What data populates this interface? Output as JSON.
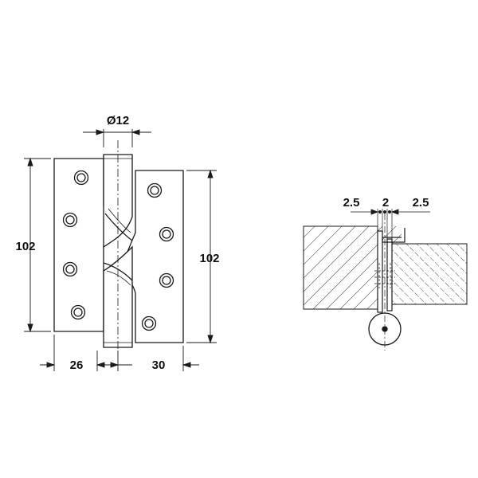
{
  "colors": {
    "line": "#1a1a1a",
    "background": "#ffffff",
    "hatch": "#3a3a3a"
  },
  "hinge_view": {
    "pin_diameter_label": "Ø12",
    "left_height_label": "102",
    "right_height_label": "102",
    "left_width_label": "26",
    "right_width_label": "30"
  },
  "section_view": {
    "gap_left_label": "2.5",
    "gap_center_label": "2",
    "gap_right_label": "2.5"
  }
}
